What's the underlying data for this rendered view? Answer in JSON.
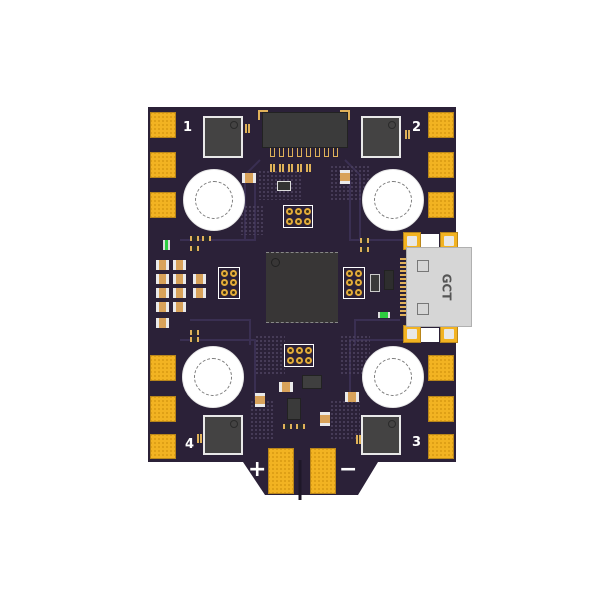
{
  "board": {
    "type": "ESC / flight controller PCB render",
    "colors": {
      "soldermask": "#2b2138",
      "pad_gold": "#f2b322",
      "chip": "#444343",
      "silkscreen": "#ffffff",
      "background": "#ffffff",
      "usb_shell": "#d6d6d6",
      "led": "#2ecc40"
    },
    "motor_labels": [
      "1",
      "2",
      "3",
      "4"
    ],
    "power_labels": {
      "positive": "+",
      "negative": "−"
    },
    "usb_connector": {
      "label": "GCT"
    }
  }
}
